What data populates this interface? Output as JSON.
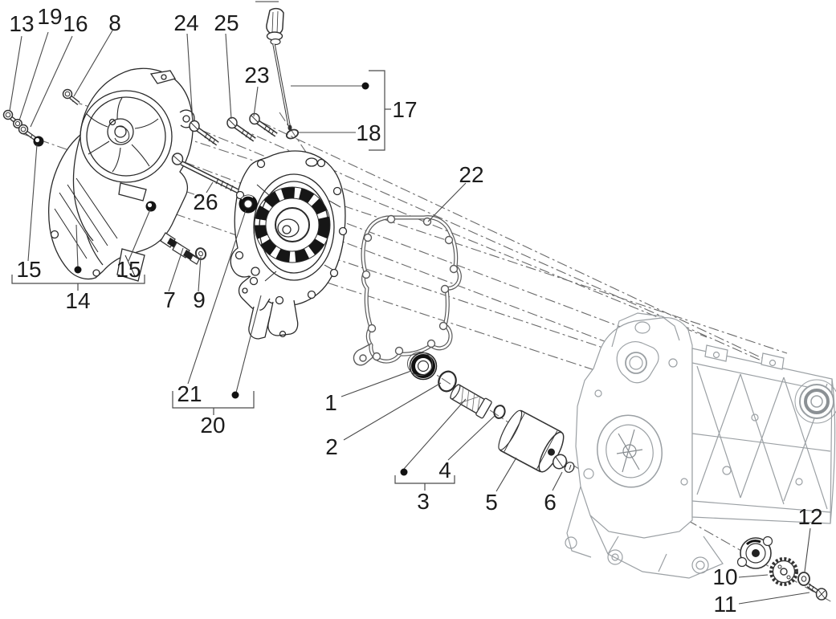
{
  "figure": {
    "kind": "exploded-parts-diagram",
    "description": "Exploded view line drawing of a scooter engine flywheel magneto cover assembly: fan cover, cover with stator, gasket, oil filter, oil pump and crankcase with numbered part callouts",
    "background_color": "#ffffff",
    "primary_line_color": "#2a2a2a",
    "secondary_line_color": "#9ba0a4",
    "leader_line_color": "#4a4a4a",
    "callout_text_color": "#1c1c1c"
  },
  "labels": [
    {
      "text": "13"
    },
    {
      "text": "19"
    },
    {
      "text": "16"
    },
    {
      "text": "8"
    },
    {
      "text": "24"
    },
    {
      "text": "25"
    },
    {
      "text": "23"
    },
    {
      "text": "17"
    },
    {
      "text": "18"
    },
    {
      "text": "22"
    },
    {
      "text": "26"
    },
    {
      "text": "15"
    },
    {
      "text": "14"
    },
    {
      "text": "15"
    },
    {
      "text": "7"
    },
    {
      "text": "9"
    },
    {
      "text": "21"
    },
    {
      "text": "20"
    },
    {
      "text": "1"
    },
    {
      "text": "2"
    },
    {
      "text": "3"
    },
    {
      "text": "4"
    },
    {
      "text": "5"
    },
    {
      "text": "6"
    },
    {
      "text": "10"
    },
    {
      "text": "11"
    },
    {
      "text": "12"
    }
  ]
}
